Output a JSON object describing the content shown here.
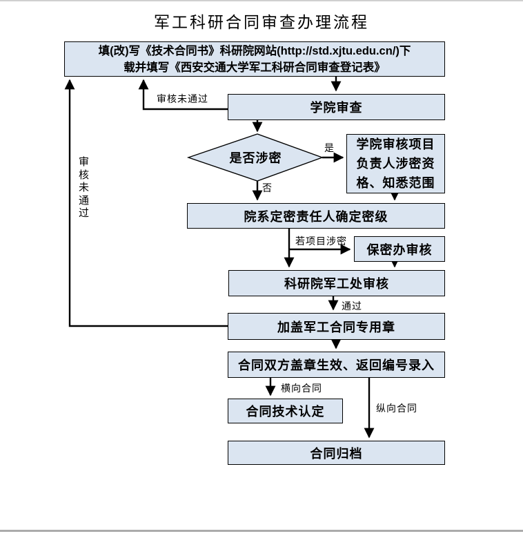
{
  "page": {
    "title": "军工科研合同审查办理流程",
    "background": "#ffffff",
    "box_fill": "#dbe5f1",
    "box_border": "#000000",
    "arrow_color": "#000000"
  },
  "nodes": {
    "fill_form": {
      "line1": "填(改)写《技术合同书》科研院网站(http://std.xjtu.edu.cn/)下",
      "line2": "载并填写《西安交通大学军工科研合同审查登记表》"
    },
    "college_review": {
      "label": "学院审查"
    },
    "classified_decision": {
      "label": "是否涉密"
    },
    "college_verify": {
      "line1": "学院审核项目",
      "line2": "负责人涉密资",
      "line3": "格、知悉范围"
    },
    "dept_classify": {
      "label": "院系定密责任人确定密级"
    },
    "security_office": {
      "label": "保密办审核"
    },
    "military_office": {
      "label": "科研院军工处审核"
    },
    "stamp": {
      "label": "加盖军工合同专用章"
    },
    "effective": {
      "label": "合同双方盖章生效、返回编号录入"
    },
    "tech_cert": {
      "label": "合同技术认定"
    },
    "archive": {
      "label": "合同归档"
    }
  },
  "edge_labels": {
    "review_fail_top": "审核未通过",
    "review_fail_left": "审核未通过",
    "yes": "是",
    "no": "否",
    "if_classified": "若项目涉密",
    "pass": "通过",
    "horizontal_contract": "横向合同",
    "vertical_contract": "纵向合同"
  }
}
